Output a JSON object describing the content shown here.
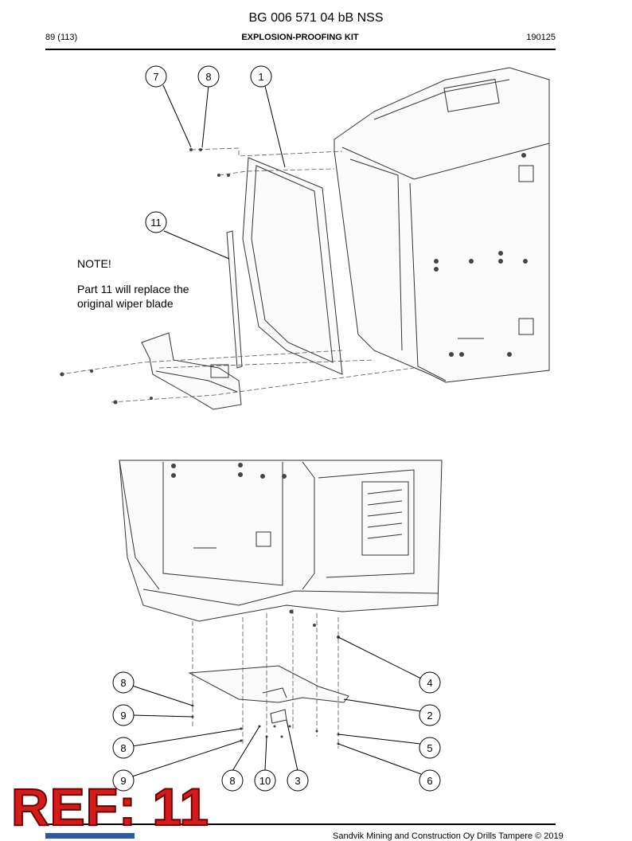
{
  "header": {
    "doc_title": "BG 006 571 04 bB NSS",
    "page_number": "89 (113)",
    "section_title": "EXPLOSION-PROOFING KIT",
    "date_code": "190125"
  },
  "note": {
    "title": "NOTE!",
    "line1": "Part 11 will replace the",
    "line2": "original wiper blade"
  },
  "top_diagram_callouts": [
    "7",
    "8",
    "1",
    "11"
  ],
  "bottom_diagram_callouts": {
    "left": [
      "8",
      "9",
      "8",
      "9"
    ],
    "bottom": [
      "8",
      "10",
      "3"
    ],
    "right": [
      "4",
      "2",
      "5",
      "6"
    ]
  },
  "stamp": "REF: 11",
  "footer": {
    "copyright": "Sandvik Mining and Construction Oy Drills Tampere © 2019"
  },
  "colors": {
    "stamp": "#d41c1c",
    "logo": "#2c5a9c"
  }
}
